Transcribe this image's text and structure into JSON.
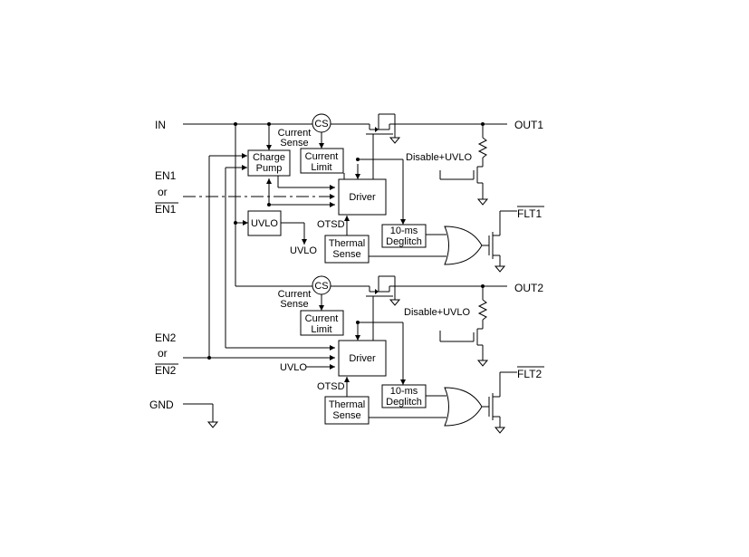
{
  "pins": {
    "in": "IN",
    "en1": "EN1",
    "or1": "or",
    "en1_bar": "EN1",
    "en2": "EN2",
    "or2": "or",
    "en2_bar": "EN2",
    "gnd": "GND",
    "out1": "OUT1",
    "out2": "OUT2",
    "flt1": "FLT1",
    "flt2": "FLT2"
  },
  "blocks": {
    "charge_pump": [
      "Charge",
      "Pump"
    ],
    "current_limit1": [
      "Current",
      "Limit"
    ],
    "current_limit2": [
      "Current",
      "Limit"
    ],
    "driver1": "Driver",
    "driver2": "Driver",
    "uvlo": "UVLO",
    "thermal1": [
      "Thermal",
      "Sense"
    ],
    "thermal2": [
      "Thermal",
      "Sense"
    ],
    "deglitch1": [
      "10-ms",
      "Deglitch"
    ],
    "deglitch2": [
      "10-ms",
      "Deglitch"
    ],
    "cs1": "CS",
    "cs2": "CS"
  },
  "labels": {
    "current_sense1": [
      "Current",
      "Sense"
    ],
    "current_sense2": [
      "Current",
      "Sense"
    ],
    "disable_uvlo1": "Disable+UVLO",
    "disable_uvlo2": "Disable+UVLO",
    "otsd1": "OTSD",
    "otsd2": "OTSD",
    "uvlo_out": "UVLO",
    "uvlo_in2": "UVLO"
  }
}
